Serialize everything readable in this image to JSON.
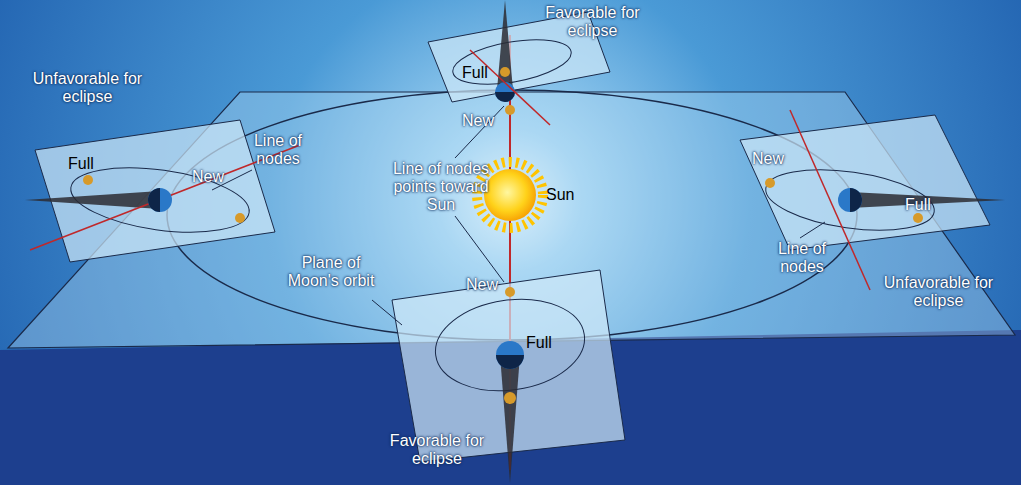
{
  "diagram": {
    "labels": [
      "Favorable for eclipse",
      "Unfavorable for eclipse",
      "Line of nodes",
      "Full",
      "New",
      "Line of nodes points toward Sun",
      "Full",
      "New",
      "Sun",
      "New",
      "Full",
      "Line of nodes",
      "Unfavorable for eclipse",
      "Plane of Moon's orbit",
      "New",
      "Full",
      "Favorable for eclipse"
    ]
  }
}
